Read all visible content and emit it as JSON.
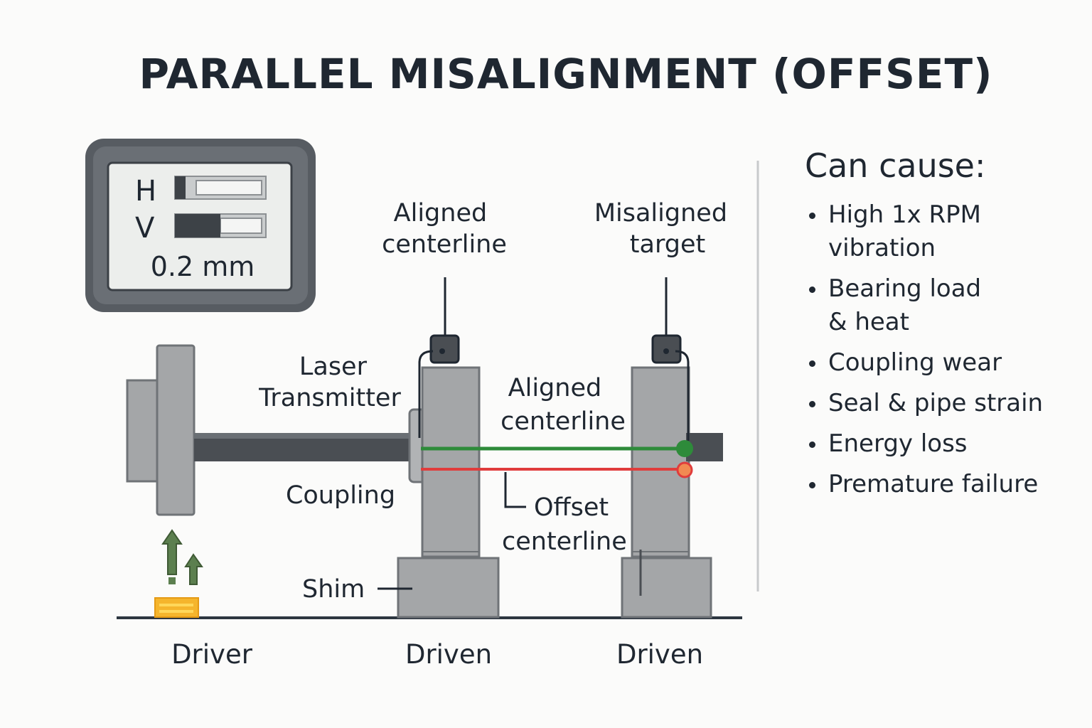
{
  "title": "PARALLEL MISALIGNMENT (OFFSET)",
  "gauge": {
    "h_label": "H",
    "v_label": "V",
    "h_fill": 0.12,
    "v_fill": 0.5,
    "reading": "0.2 mm"
  },
  "labels": {
    "aligned_centerline_top": [
      "Aligned",
      "centerline"
    ],
    "misaligned_target": [
      "Misaligned",
      "target"
    ],
    "laser_transmitter": [
      "Laser",
      "Transmitter"
    ],
    "aligned_centerline_mid": [
      "Aligned",
      "centerline"
    ],
    "coupling": "Coupling",
    "offset_centerline": [
      "Offset",
      "centerline"
    ],
    "shim": "Shim",
    "driver": "Driver",
    "driven_1": "Driven",
    "driven_2": "Driven"
  },
  "panel": {
    "heading": "Can cause:",
    "items": [
      [
        "High 1x RPM",
        "vibration"
      ],
      [
        "Bearing load",
        "& heat"
      ],
      [
        "Coupling wear"
      ],
      [
        "Seal & pipe strain"
      ],
      [
        "Energy loss"
      ],
      [
        "Premature failure"
      ]
    ]
  },
  "colors": {
    "aligned_line": "#2e8b3a",
    "offset_line": "#e03c3c",
    "machine_gray": "#a4a6a8",
    "shaft_dark": "#4a4e53",
    "shim_yellow": "#f5b52c",
    "arrow_green": "#5c7f4f"
  }
}
